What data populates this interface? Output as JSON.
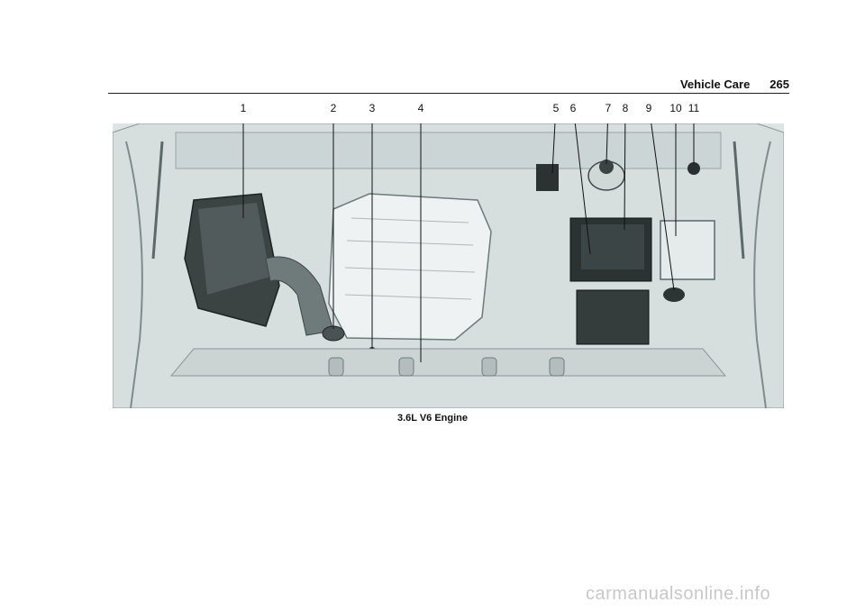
{
  "header": {
    "section": "Vehicle Care",
    "page_number": "265"
  },
  "callouts": [
    "1",
    "2",
    "3",
    "4",
    "5",
    "6",
    "7",
    "8",
    "9",
    "10",
    "11"
  ],
  "figure": {
    "caption": "3.6L V6 Engine"
  },
  "watermark": "carmanualsonline.info"
}
